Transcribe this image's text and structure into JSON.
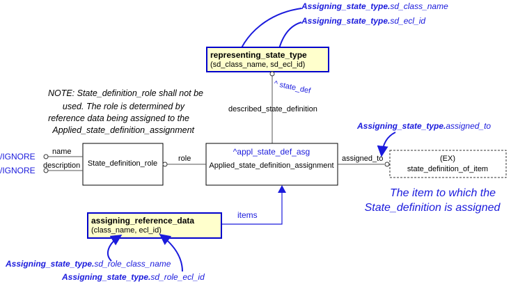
{
  "colors": {
    "accent_blue": "#1a1adc",
    "box_fill_yellow": "#ffffcc",
    "box_border_blue": "#0000cc"
  },
  "representing_state_type": {
    "title": "representing_state_type",
    "attrs": "(sd_class_name, sd_ecl_id)"
  },
  "assigning_reference_data": {
    "title": "assigning_reference_data",
    "attrs": "(class_name, ecl_id)"
  },
  "applied_assignment": {
    "stereotype": "^appl_state_def_asg",
    "name": "Applied_state_definition_assignment"
  },
  "state_definition_role": {
    "name": "State_definition_role"
  },
  "ex_item": {
    "prefix": "(EX)",
    "name": "state_definition_of_item"
  },
  "labels": {
    "state_def": "^ state_def",
    "described_state_definition": "described_state_definition",
    "role": "role",
    "assigned_to": "assigned_to",
    "items": "items",
    "name": "name",
    "description": "description",
    "ignore1": "/IGNORE",
    "ignore2": "/IGNORE"
  },
  "annotations": {
    "sd_class_name": {
      "bold": "Assigning_state_type.",
      "rest": "sd_class_name"
    },
    "sd_ecl_id": {
      "bold": "Assigning_state_type.",
      "rest": "sd_ecl_id"
    },
    "assigned_to": {
      "bold": "Assigning_state_type.",
      "rest": "assigned_to"
    },
    "sd_role_class_name": {
      "bold": "Assigning_state_type.",
      "rest": "sd_role_class_name"
    },
    "sd_role_ecl_id": {
      "bold": "Assigning_state_type.",
      "rest": "sd_role_ecl_id"
    }
  },
  "note": {
    "line1": "NOTE: State_definition_role shall not be",
    "line2": "used. The role is determined by",
    "line3": "reference data being assigned to the",
    "line4": "Applied_state_definition_assignment"
  },
  "caption": {
    "line1": "The item to which the",
    "line2": "State_definition is assigned"
  }
}
